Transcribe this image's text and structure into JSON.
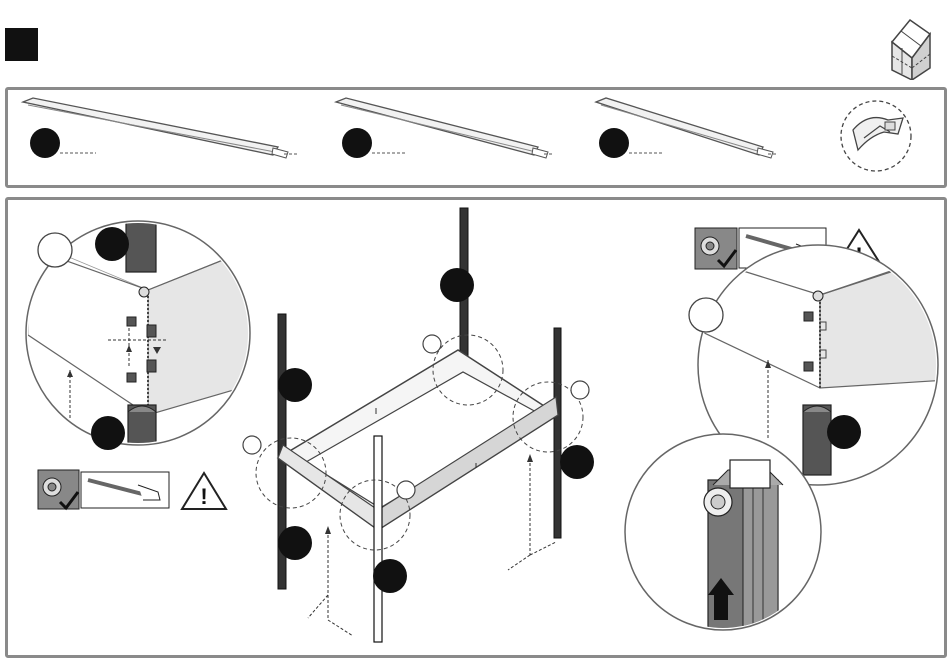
{
  "header": {
    "step_marker_color": "#111111",
    "product_icon": "greenhouse-icon"
  },
  "parts": [
    {
      "icon": "long-profile-bar-icon"
    },
    {
      "icon": "long-profile-bar-icon"
    },
    {
      "icon": "long-profile-bar-icon"
    },
    {
      "icon": "profile-end-detail-icon"
    }
  ],
  "assembly": {
    "left_detail": {
      "icon": "corner-post-connection-detail"
    },
    "right_detail": {
      "icon": "corner-post-connection-detail"
    },
    "zoom_detail": {
      "icon": "post-slide-in-detail"
    },
    "center": {
      "icon": "raised-bed-frame-with-posts"
    },
    "tool_hint": {
      "icons": [
        "bolt-nut-icon",
        "check-icon",
        "hand-insert-icon",
        "warning-icon"
      ]
    }
  },
  "colors": {
    "frame": "#8a8a8a",
    "marker": "#111111",
    "panel_fill": "#e8e8e8",
    "post": "#2a2a2a"
  }
}
